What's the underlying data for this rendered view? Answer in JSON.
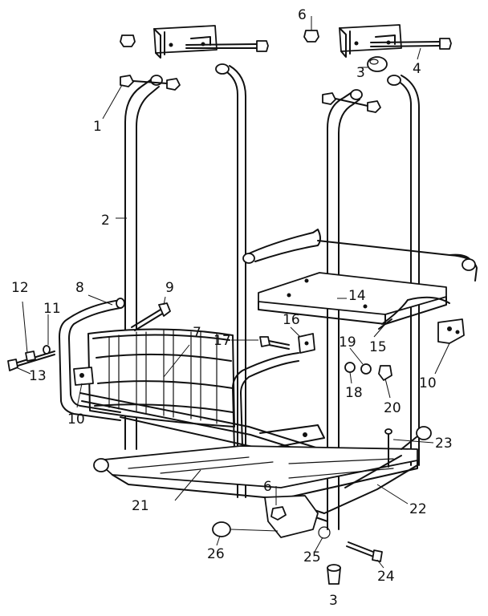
{
  "callouts": {
    "c1": "1",
    "c2": "2",
    "c3a": "3",
    "c3b": "3",
    "c4": "4",
    "c6a": "6",
    "c6b": "6",
    "c7": "7",
    "c8": "8",
    "c9": "9",
    "c10a": "10",
    "c10b": "10",
    "c11": "11",
    "c12": "12",
    "c13": "13",
    "c14": "14",
    "c15": "15",
    "c16": "16",
    "c17": "17",
    "c18": "18",
    "c19": "19",
    "c20": "20",
    "c21": "21",
    "c22": "22",
    "c23": "23",
    "c24": "24",
    "c25": "25",
    "c26": "26"
  }
}
